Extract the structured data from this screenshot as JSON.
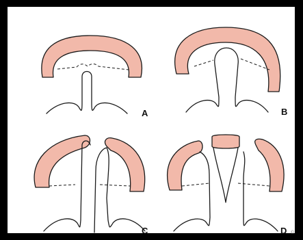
{
  "panels": [
    {
      "id": "A",
      "label": "A"
    },
    {
      "id": "B",
      "label": "B"
    },
    {
      "id": "C",
      "label": "C"
    },
    {
      "id": "D",
      "label": "D"
    }
  ],
  "corner_mark": "©",
  "colors": {
    "frame": "#000000",
    "background": "#ffffff",
    "tissue": "#f2b9aa",
    "line": "#1a1a1a"
  }
}
